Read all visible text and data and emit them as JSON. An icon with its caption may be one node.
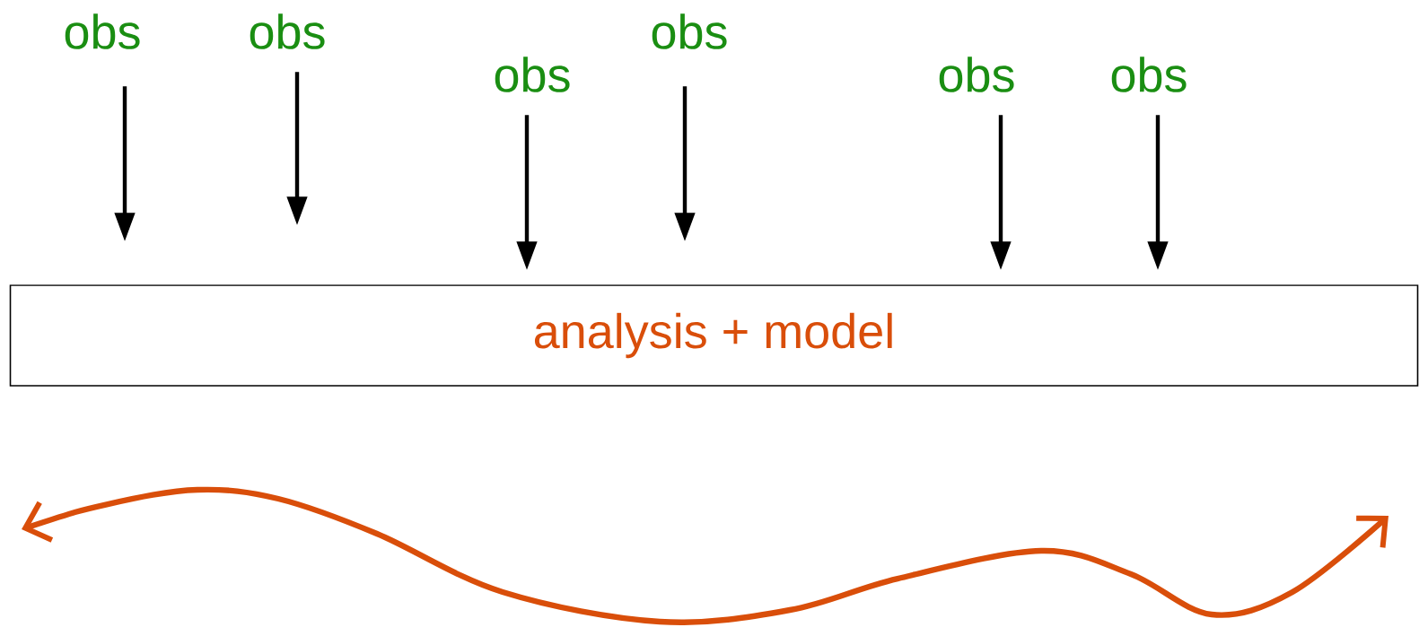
{
  "diagram": {
    "nodes": [
      {
        "text": [
          "obs"
        ]
      },
      {
        "text": [
          "obs"
        ]
      },
      {
        "text": [
          "obs"
        ]
      },
      {
        "text": [
          "obs"
        ]
      },
      {
        "text": [
          "obs"
        ]
      },
      {
        "text": [
          "obs"
        ]
      },
      {
        "text": [
          "analysis + model"
        ]
      }
    ],
    "edges": [
      {
        "from": 0,
        "to": 6,
        "arrow": "to"
      },
      {
        "from": 1,
        "to": 6,
        "arrow": "to"
      },
      {
        "from": 2,
        "to": 6,
        "arrow": "to"
      },
      {
        "from": 3,
        "to": 6,
        "arrow": "to"
      },
      {
        "from": 4,
        "to": 6,
        "arrow": "to"
      },
      {
        "from": 5,
        "to": 6,
        "arrow": "to"
      }
    ]
  }
}
